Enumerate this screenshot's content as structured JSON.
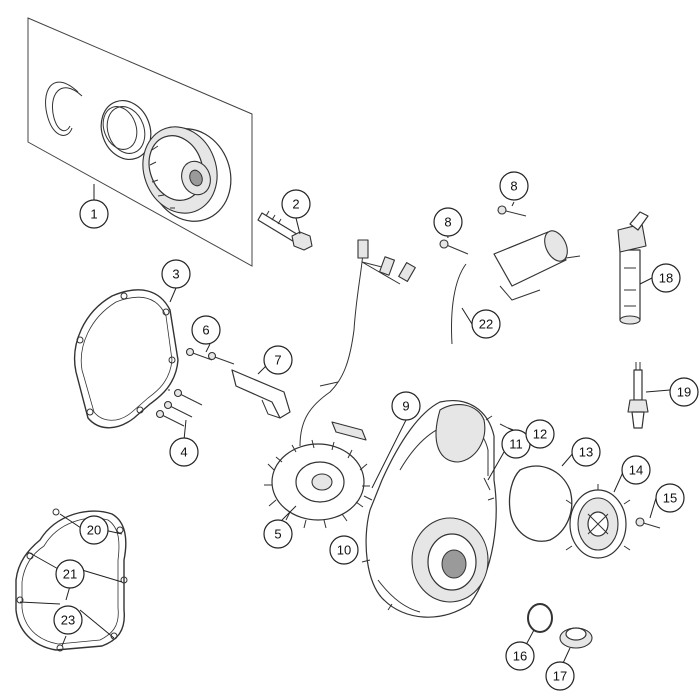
{
  "diagram": {
    "callouts": [
      {
        "id": "c1",
        "label": "1"
      },
      {
        "id": "c2",
        "label": "2"
      },
      {
        "id": "c3",
        "label": "3"
      },
      {
        "id": "c4",
        "label": "4"
      },
      {
        "id": "c5",
        "label": "5"
      },
      {
        "id": "c6",
        "label": "6"
      },
      {
        "id": "c7",
        "label": "7"
      },
      {
        "id": "c8a",
        "label": "8"
      },
      {
        "id": "c8b",
        "label": "8"
      },
      {
        "id": "c9",
        "label": "9"
      },
      {
        "id": "c10",
        "label": "10"
      },
      {
        "id": "c11",
        "label": "11"
      },
      {
        "id": "c12",
        "label": "12"
      },
      {
        "id": "c13",
        "label": "13"
      },
      {
        "id": "c14",
        "label": "14"
      },
      {
        "id": "c15",
        "label": "15"
      },
      {
        "id": "c16",
        "label": "16"
      },
      {
        "id": "c17",
        "label": "17"
      },
      {
        "id": "c18",
        "label": "18"
      },
      {
        "id": "c19",
        "label": "19"
      },
      {
        "id": "c20",
        "label": "20"
      },
      {
        "id": "c21",
        "label": "21"
      },
      {
        "id": "c22",
        "label": "22"
      },
      {
        "id": "c23",
        "label": "23"
      }
    ]
  }
}
